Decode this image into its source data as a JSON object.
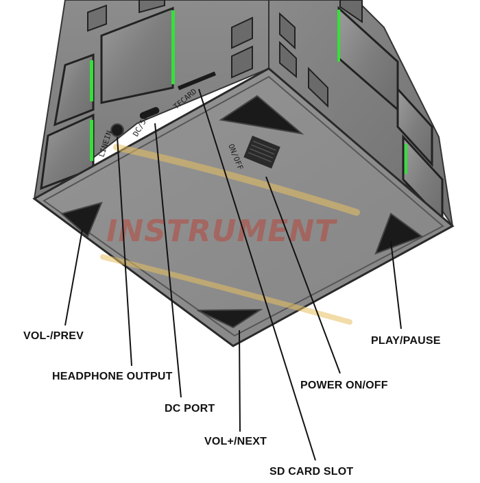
{
  "device_labels": {
    "line_in": "LINEIN",
    "dc_5v": "DC/5V",
    "tf_card": "TFCARD",
    "on_off": "ON/OFF"
  },
  "callouts": {
    "vol_prev": "VOL-/PREV",
    "headphone_output": "HEADPHONE OUTPUT",
    "dc_port": "DC PORT",
    "vol_next": "VOL+/NEXT",
    "sd_card_slot": "SD CARD SLOT",
    "power_on_off": "POWER ON/OFF",
    "play_pause": "PLAY/PAUSE"
  },
  "watermark": "INSTRUMENT",
  "colors": {
    "body_gray": "#8a8a8a",
    "top_gray": "#9a9a9a",
    "bottom_gray": "#8f8f8f",
    "dark_button": "#1a1a1a",
    "led_green": "#35e03a",
    "watermark_red": "#c0392b",
    "watermark_gold": "#e8c060"
  }
}
